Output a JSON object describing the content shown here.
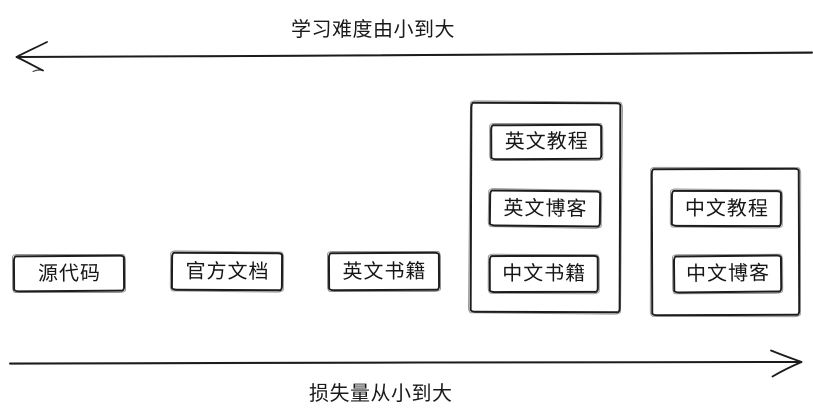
{
  "colors": {
    "background": "#ffffff",
    "ink": "#1c1c1c"
  },
  "axes": {
    "top": {
      "label": "学习难度由小到大",
      "arrow_direction": "left"
    },
    "bottom": {
      "label": "损失量从小到大",
      "arrow_direction": "right"
    }
  },
  "boxes": [
    {
      "label": "源代码"
    },
    {
      "label": "官方文档"
    },
    {
      "label": "英文书籍"
    }
  ],
  "groups": [
    {
      "items": [
        "英文教程",
        "英文博客",
        "中文书籍"
      ]
    },
    {
      "items": [
        "中文教程",
        "中文博客"
      ]
    }
  ]
}
